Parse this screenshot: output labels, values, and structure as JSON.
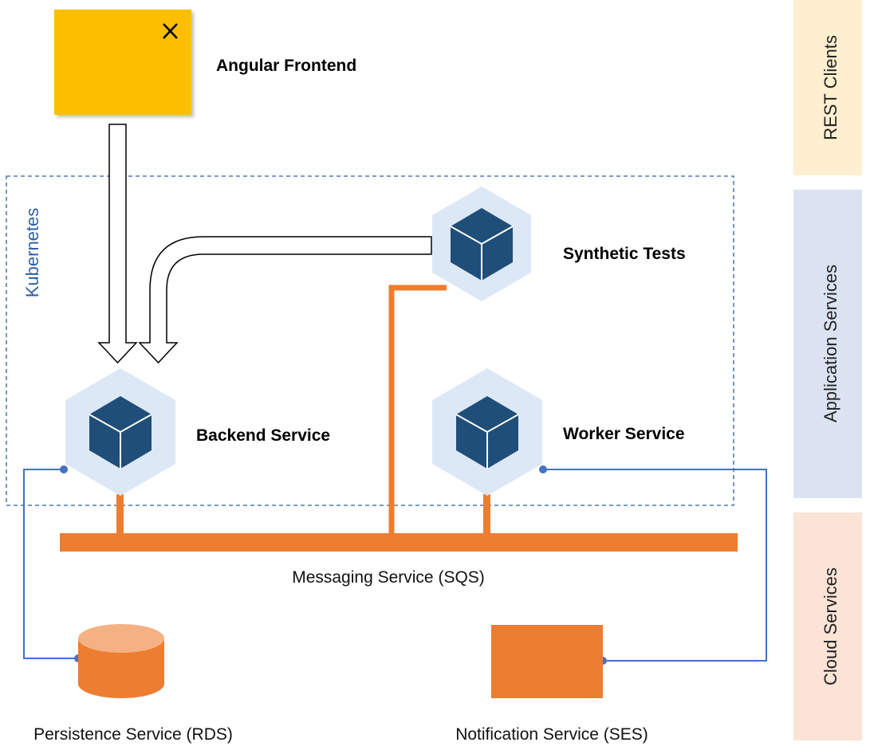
{
  "nodes": {
    "frontend": {
      "label": "Angular Frontend"
    },
    "synthetic": {
      "label": "Synthetic Tests"
    },
    "backend": {
      "label": "Backend Service"
    },
    "worker": {
      "label": "Worker Service"
    },
    "messaging": {
      "label": "Messaging Service (SQS)"
    },
    "persistence": {
      "label": "Persistence Service (RDS)"
    },
    "notification": {
      "label": "Notification Service (SES)"
    }
  },
  "groups": {
    "kubernetes": {
      "label": "Kubernetes"
    }
  },
  "lanes": [
    {
      "label": "REST Clients",
      "color": "#fdefcf"
    },
    {
      "label": "Application Services",
      "color": "#dbe3f3"
    },
    {
      "label": "Cloud Services",
      "color": "#fbe3d6"
    }
  ],
  "colors": {
    "frontend_fill": "#fdbe00",
    "hex_fill": "#dde8f6",
    "cube_fill": "#1f4e79",
    "bus": "#ed7d31",
    "db_top": "#f4b183",
    "link_blue": "#4472c4",
    "k8s_border": "#2f5f9e"
  }
}
